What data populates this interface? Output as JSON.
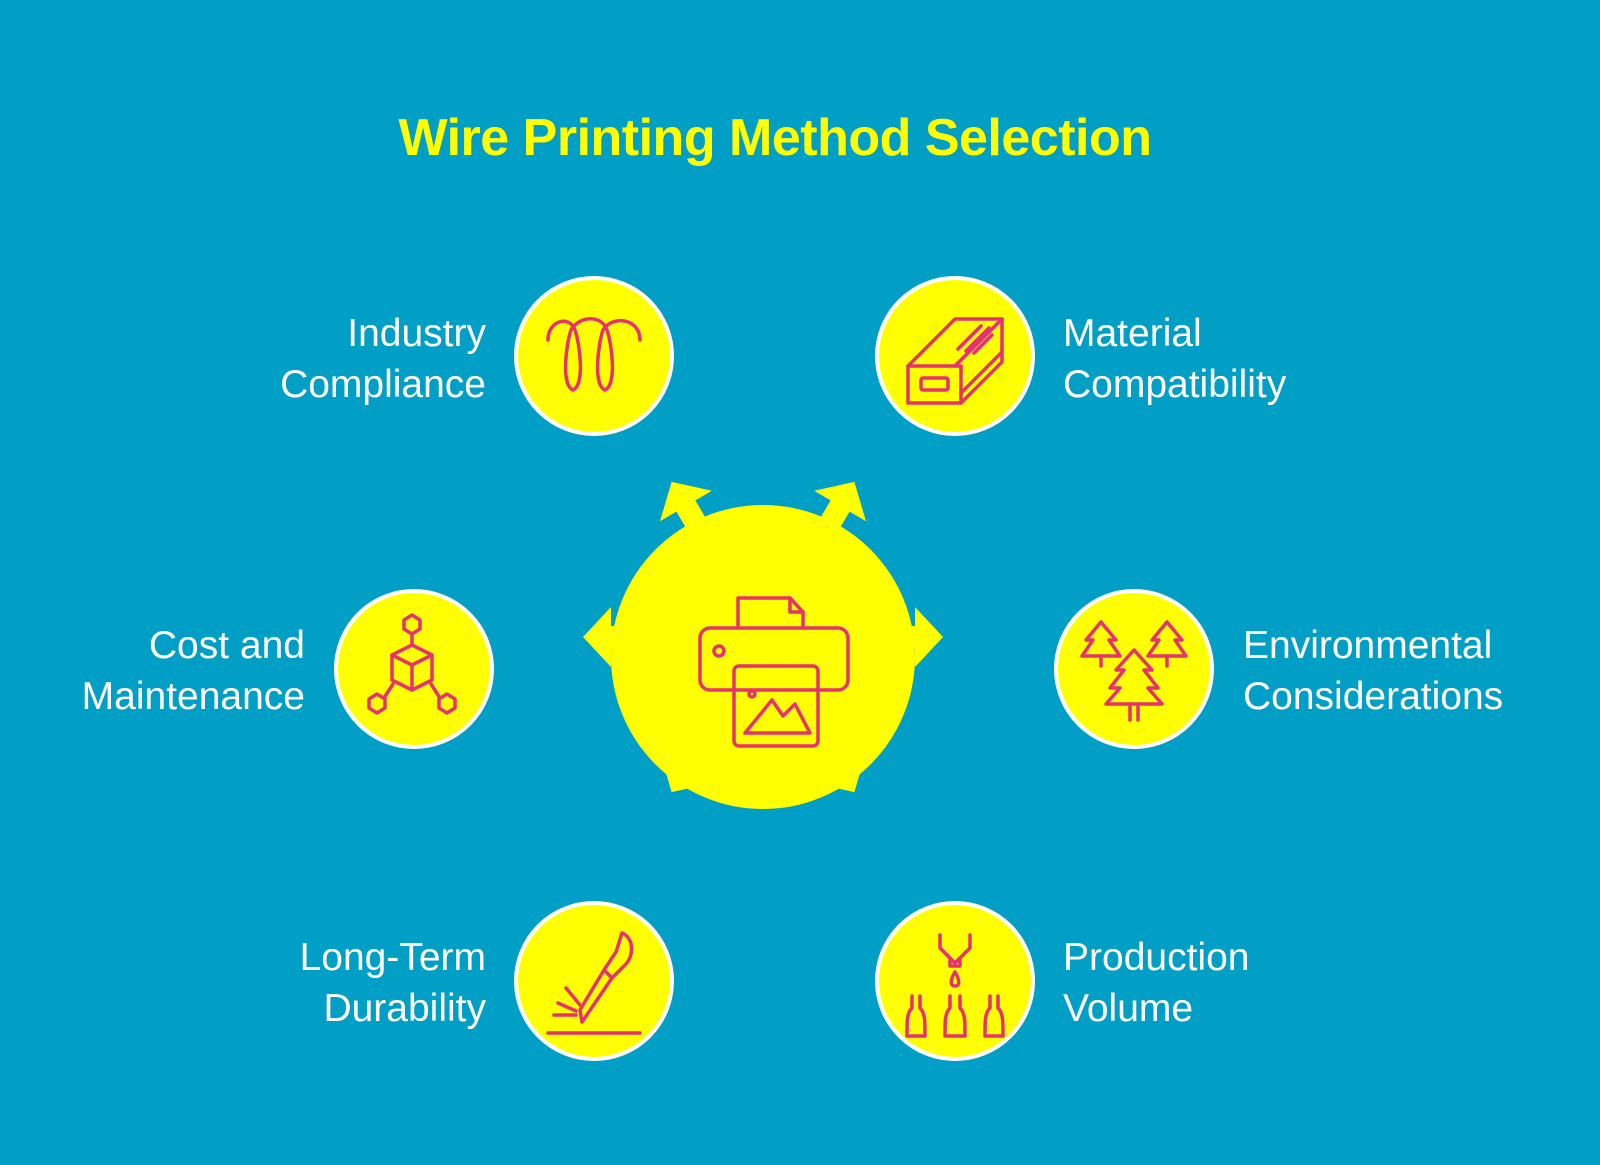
{
  "title": "Wire Printing Method Selection",
  "colors": {
    "background": "#019fc5",
    "accent": "#ffff00",
    "icon_stroke": "#e6326e",
    "label_text": "#ffffff",
    "circle_outline": "#ffffff"
  },
  "center": {
    "icon": "printer-icon"
  },
  "nodes": [
    {
      "id": "industry-compliance",
      "lines": [
        "Industry",
        "Compliance"
      ],
      "icon": "coil-icon"
    },
    {
      "id": "material-compatibility",
      "lines": [
        "Material",
        "Compatibility"
      ],
      "icon": "material-block-icon"
    },
    {
      "id": "cost-and-maintenance",
      "lines": [
        "Cost and",
        "Maintenance"
      ],
      "icon": "network-cube-icon"
    },
    {
      "id": "environmental-considerations",
      "lines": [
        "Environmental",
        "Considerations"
      ],
      "icon": "trees-icon"
    },
    {
      "id": "long-term-durability",
      "lines": [
        "Long-Term",
        "Durability"
      ],
      "icon": "knife-icon"
    },
    {
      "id": "production-volume",
      "lines": [
        "Production",
        "Volume"
      ],
      "icon": "filling-bottles-icon"
    }
  ]
}
